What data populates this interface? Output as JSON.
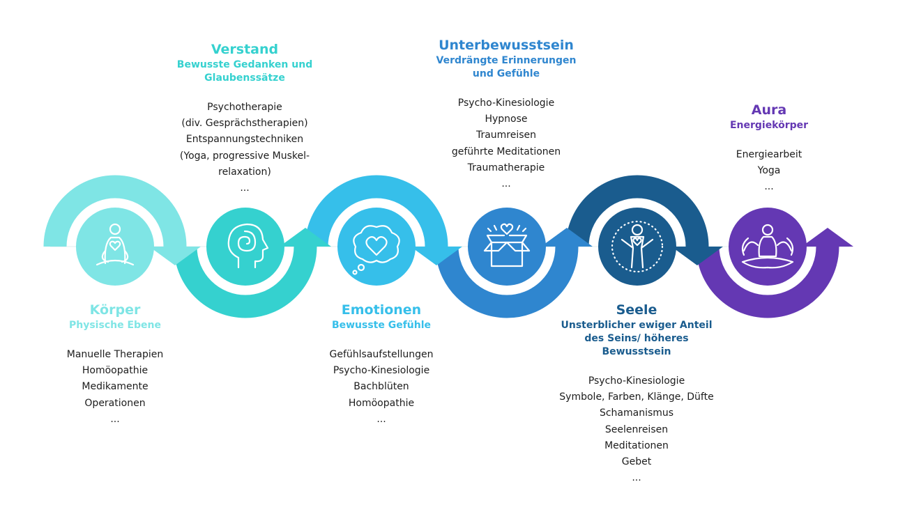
{
  "stages": [
    {
      "key": "koerper",
      "title": "Körper",
      "subtitle": [
        "Physische Ebene"
      ],
      "items": [
        "Manuelle Therapien",
        "Homöopathie",
        "Medikamente",
        "Operationen",
        "..."
      ],
      "color": "#7fe5e5",
      "icon": "meditation-heart-icon"
    },
    {
      "key": "verstand",
      "title": "Verstand",
      "subtitle": [
        "Bewusste Gedanken und",
        "Glaubenssätze"
      ],
      "items": [
        "Psychotherapie",
        "(div. Gesprächstherapien)",
        "Entspannungstechniken",
        "(Yoga, progressive Muskel-",
        "relaxation)",
        "..."
      ],
      "color": "#35d1cf",
      "icon": "head-spiral-icon"
    },
    {
      "key": "emotionen",
      "title": "Emotionen",
      "subtitle": [
        "Bewusste Gefühle"
      ],
      "items": [
        "Gefühlsaufstellungen",
        "Psycho-Kinesiologie",
        "Bachblüten",
        "Homöopathie",
        "..."
      ],
      "color": "#36bfea",
      "icon": "heart-cloud-icon"
    },
    {
      "key": "unterbewusstsein",
      "title": "Unterbewusstsein",
      "subtitle": [
        "Verdrängte Erinnerungen",
        "und Gefühle"
      ],
      "items": [
        "Psycho-Kinesiologie",
        "Hypnose",
        "Traumreisen",
        "geführte Meditationen",
        "Traumatherapie",
        "..."
      ],
      "color": "#2f86cf",
      "icon": "open-box-heart-icon"
    },
    {
      "key": "seele",
      "title": "Seele",
      "subtitle": [
        "Unsterblicher ewiger Anteil",
        "des Seins/ höheres",
        "Bewusstsein"
      ],
      "items": [
        "Psycho-Kinesiologie",
        "Symbole, Farben, Klänge, Düfte",
        "Schamanismus",
        "Seelenreisen",
        "Meditationen",
        "Gebet",
        "..."
      ],
      "color": "#1a5c8e",
      "icon": "glowing-person-icon"
    },
    {
      "key": "aura",
      "title": "Aura",
      "subtitle": [
        "Energiekörper"
      ],
      "items": [
        "Energiearbeit",
        "Yoga",
        "..."
      ],
      "color": "#6438b3",
      "icon": "lotus-meditation-icon"
    }
  ]
}
